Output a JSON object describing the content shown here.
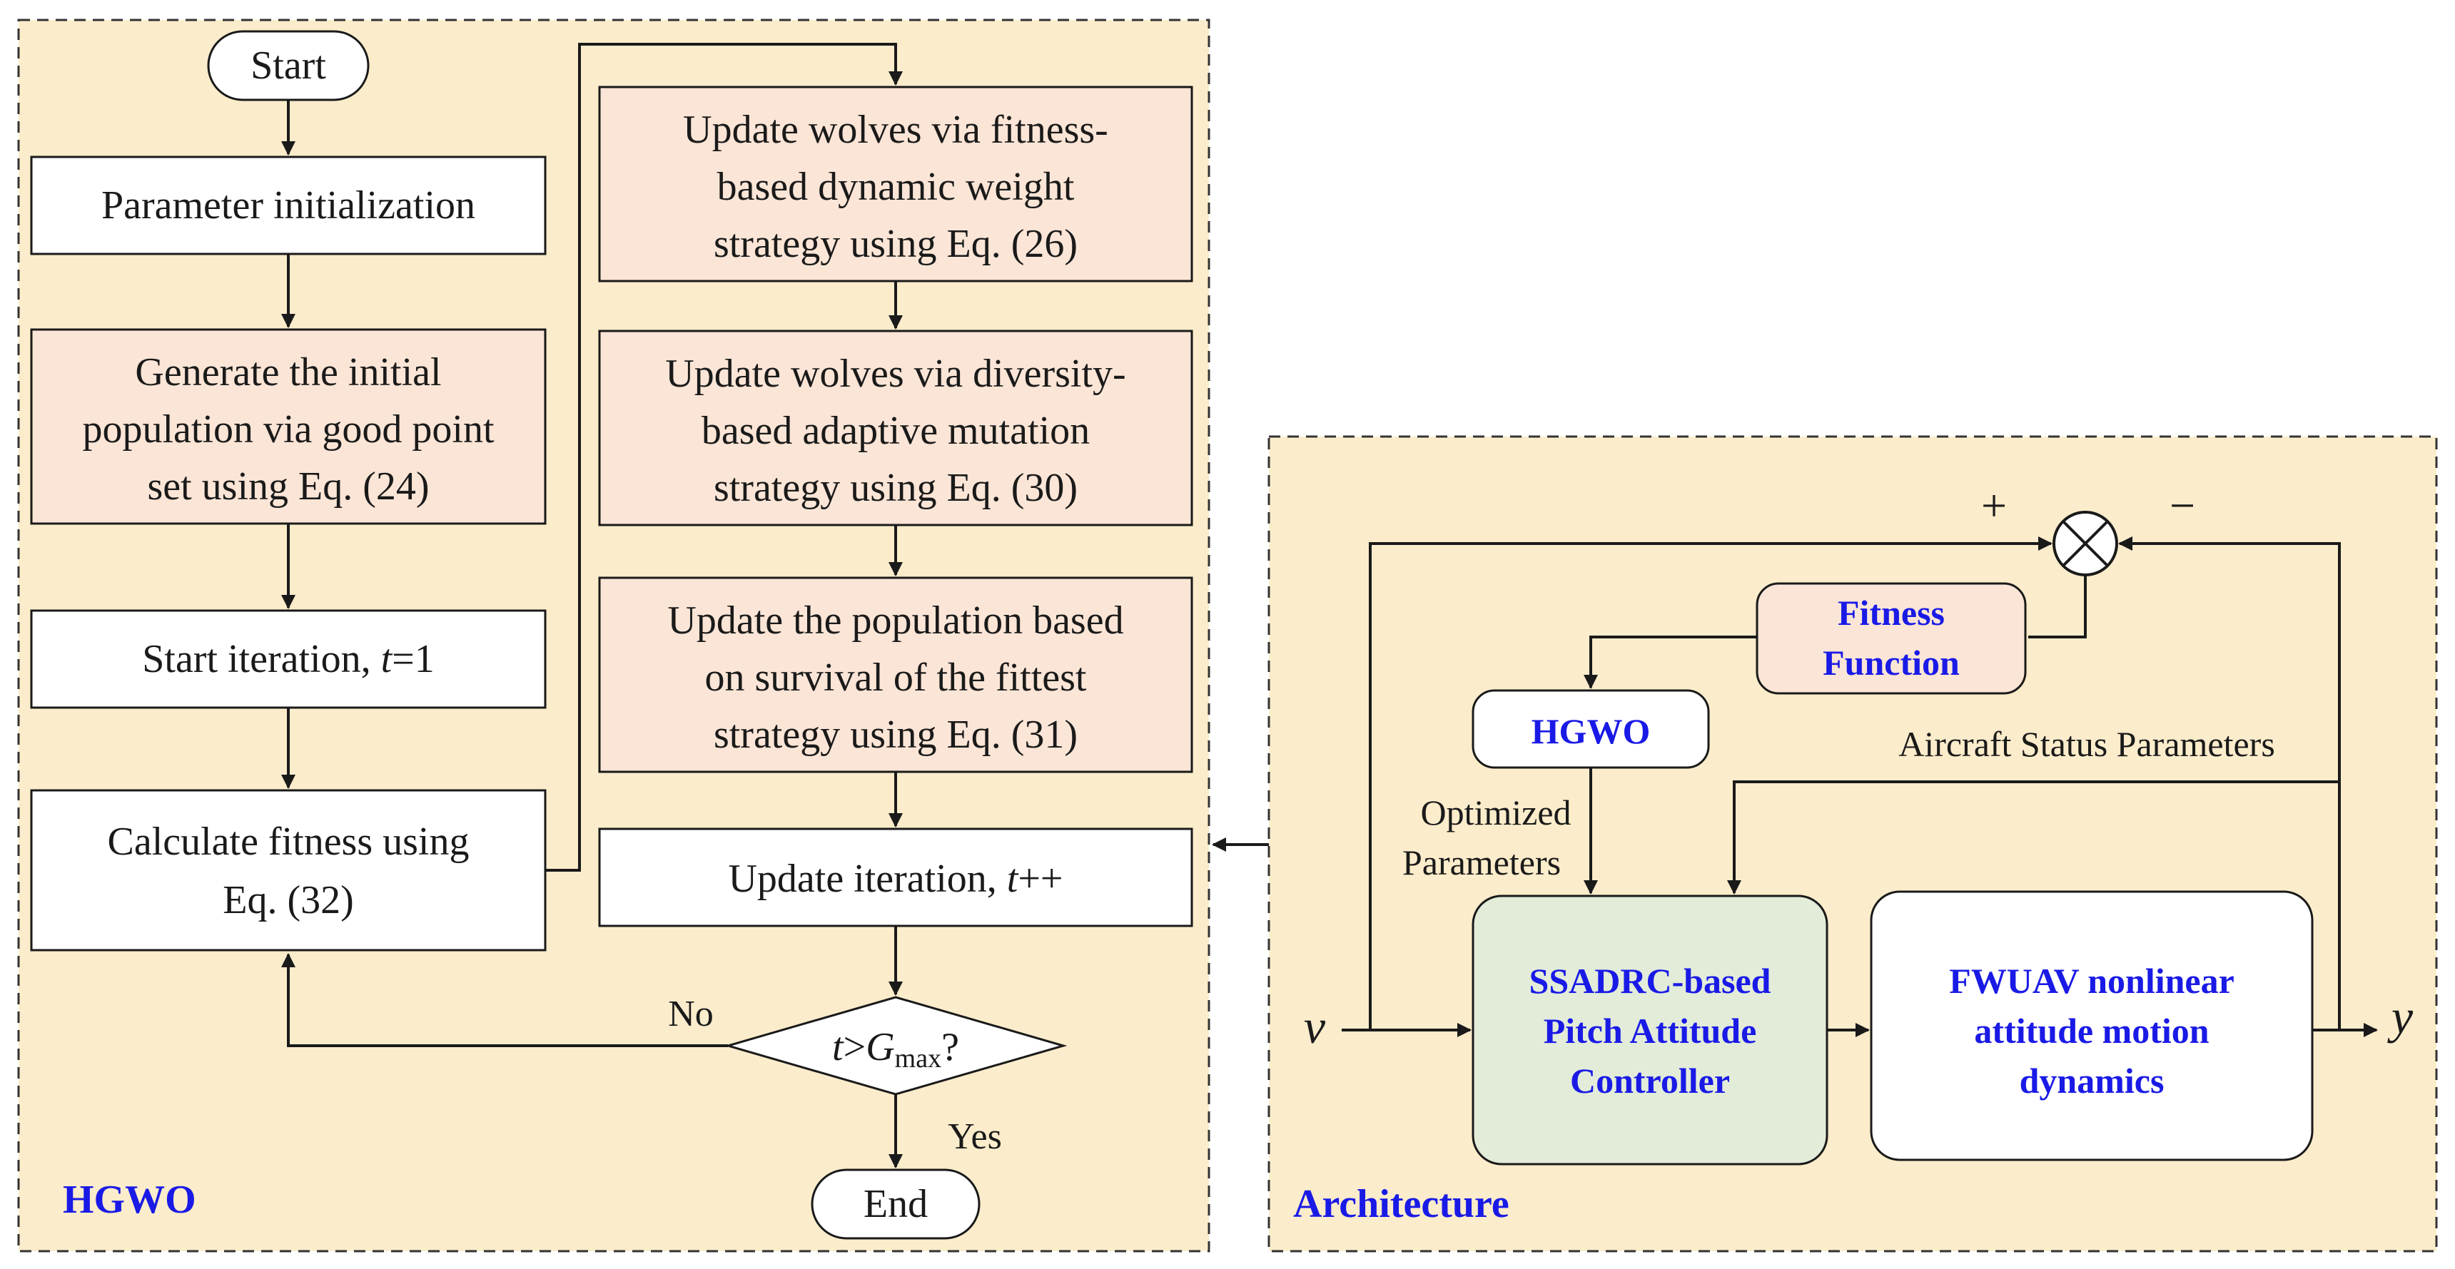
{
  "colors": {
    "panel_fill": "#fbeccb",
    "box_plain": "#ffffff",
    "box_peach": "#fbe5d6",
    "box_green": "#e2ecd9",
    "border": "#1a1a1a",
    "blue_text": "#1a1ae6",
    "dark_text": "#1a1a1a"
  },
  "hgwo_panel": {
    "label": "HGWO",
    "start": "Start",
    "param_init": "Parameter initialization",
    "gen_pop": [
      "Generate the initial",
      "population via good point",
      "set using Eq. (24)"
    ],
    "start_iter": {
      "text": "Start iteration, ",
      "var": "t",
      "suffix": "=1"
    },
    "calc_fitness": [
      "Calculate fitness using",
      "Eq. (32)"
    ],
    "update_fitness": [
      "Update wolves via fitness-",
      "based dynamic weight",
      "strategy using Eq. (26)"
    ],
    "update_diversity": [
      "Update wolves via diversity-",
      "based adaptive mutation",
      "strategy using Eq. (30)"
    ],
    "update_population": [
      "Update the population based",
      "on survival of the fittest",
      "strategy using Eq. (31)"
    ],
    "update_iter": {
      "text": "Update iteration, ",
      "var": "t",
      "suffix": "++"
    },
    "decision": {
      "var": "t",
      "op": ">",
      "G": "G",
      "sub": "max",
      "q": "?"
    },
    "no_label": "No",
    "yes_label": "Yes",
    "end": "End"
  },
  "architecture_panel": {
    "label": "Architecture",
    "fitness_function": [
      "Fitness",
      "Function"
    ],
    "hgwo_box": "HGWO",
    "optimized_parameters": [
      "Optimized",
      "Parameters"
    ],
    "aircraft_status": "Aircraft Status Parameters",
    "controller": [
      "SSADRC-based",
      "Pitch Attitude",
      "Controller"
    ],
    "dynamics": [
      "FWUAV nonlinear",
      "attitude motion",
      "dynamics"
    ],
    "input_var": "v",
    "output_var": "y",
    "plus_sign": "+",
    "minus_sign": "−"
  }
}
